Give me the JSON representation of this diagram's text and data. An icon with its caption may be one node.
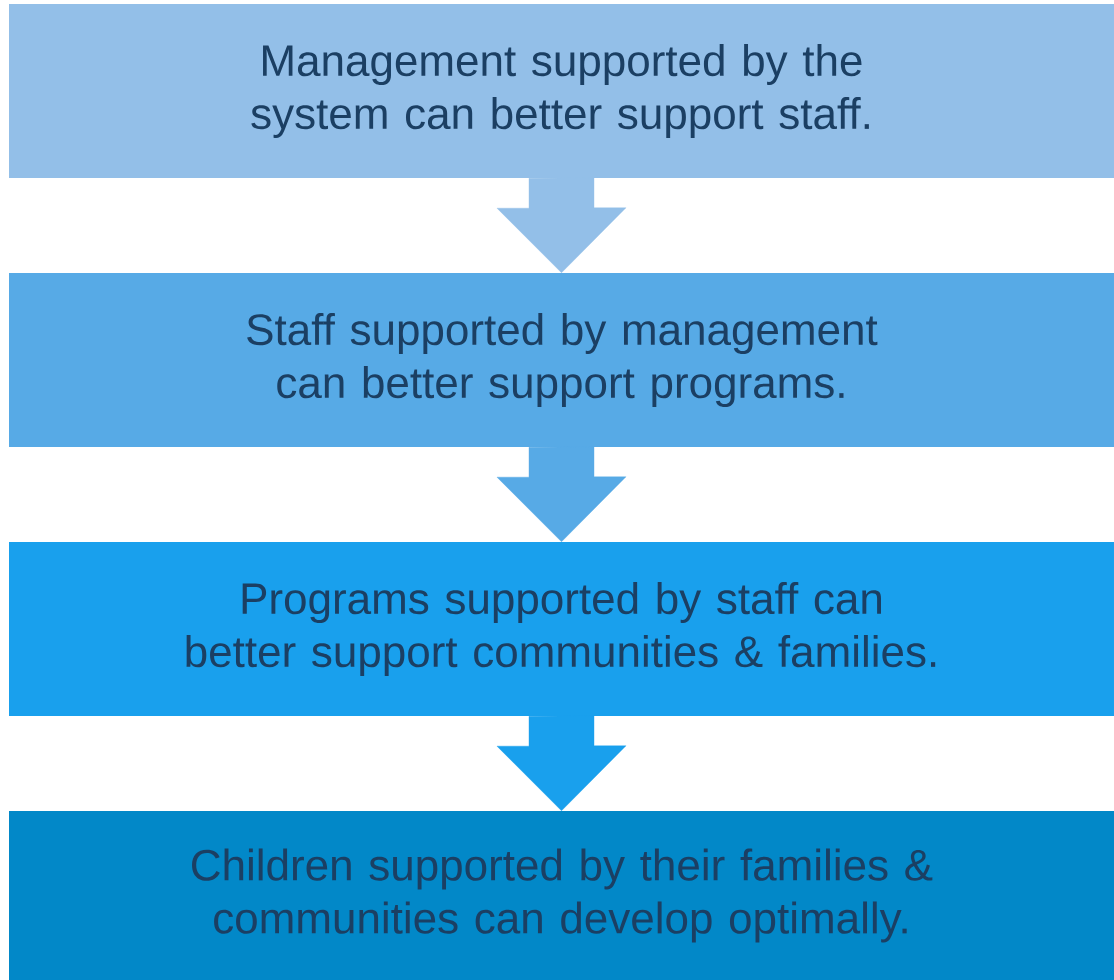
{
  "diagram": {
    "nodes": [
      {
        "text": [
          "Management supported by the system can better support staff."
        ]
      },
      {
        "text": [
          "Staff supported by management can better support programs."
        ]
      },
      {
        "text": [
          "Programs supported by staff can better support communities & families."
        ]
      },
      {
        "text": [
          "Children supported by their families & communities can develop optimally."
        ]
      }
    ],
    "edges": [
      {
        "from": 0,
        "to": 1,
        "arrow": "to",
        "color": "#93bfe8"
      },
      {
        "from": 1,
        "to": 2,
        "arrow": "to",
        "color": "#57aae6"
      },
      {
        "from": 2,
        "to": 3,
        "arrow": "to",
        "color": "#19a0ed"
      }
    ]
  }
}
